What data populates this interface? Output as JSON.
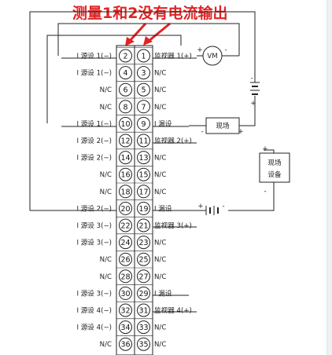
{
  "annotation": {
    "title": "测量1和2没有电流输出",
    "color": "#e02424"
  },
  "meter": {
    "label": "VM"
  },
  "field_box": {
    "label": "现场"
  },
  "field_device": {
    "line1": "现场",
    "line2": "设备"
  },
  "polarity": {
    "plus": "+",
    "minus": "-"
  },
  "rows": [
    {
      "left_pin": "2",
      "right_pin": "1",
      "left_label": "I 源设 1(−)",
      "right_label": "监视器 1(+)"
    },
    {
      "left_pin": "4",
      "right_pin": "3",
      "left_label": "I 源设 1(−)",
      "right_label": "N/C"
    },
    {
      "left_pin": "6",
      "right_pin": "5",
      "left_label": "N/C",
      "right_label": "N/C"
    },
    {
      "left_pin": "8",
      "right_pin": "7",
      "left_label": "N/C",
      "right_label": "N/C"
    },
    {
      "left_pin": "10",
      "right_pin": "9",
      "left_label": "I 源设 1(−)",
      "right_label": "I 漏设"
    },
    {
      "left_pin": "12",
      "right_pin": "11",
      "left_label": "I 源设 2(−)",
      "right_label": "监视器 2(+)"
    },
    {
      "left_pin": "14",
      "right_pin": "13",
      "left_label": "I 源设 2(−)",
      "right_label": "N/C"
    },
    {
      "left_pin": "16",
      "right_pin": "15",
      "left_label": "N/C",
      "right_label": "N/C"
    },
    {
      "left_pin": "18",
      "right_pin": "17",
      "left_label": "N/C",
      "right_label": "N/C"
    },
    {
      "left_pin": "20",
      "right_pin": "19",
      "left_label": "I 源设 2(−)",
      "right_label": "I 漏设"
    },
    {
      "left_pin": "22",
      "right_pin": "21",
      "left_label": "I 源设 3(−)",
      "right_label": "监视器 3(+)"
    },
    {
      "left_pin": "24",
      "right_pin": "23",
      "left_label": "I 源设 3(−)",
      "right_label": "N/C"
    },
    {
      "left_pin": "26",
      "right_pin": "25",
      "left_label": "N/C",
      "right_label": "N/C"
    },
    {
      "left_pin": "28",
      "right_pin": "27",
      "left_label": "N/C",
      "right_label": "N/C"
    },
    {
      "left_pin": "30",
      "right_pin": "29",
      "left_label": "I 源设 3(−)",
      "right_label": "I 漏设"
    },
    {
      "left_pin": "32",
      "right_pin": "31",
      "left_label": "I 源设 4(−)",
      "right_label": "监视器 4(+)"
    },
    {
      "left_pin": "34",
      "right_pin": "33",
      "left_label": "I 源设 4(−)",
      "right_label": "N/C"
    },
    {
      "left_pin": "36",
      "right_pin": "35",
      "left_label": "N/C",
      "right_label": "N/C"
    }
  ]
}
